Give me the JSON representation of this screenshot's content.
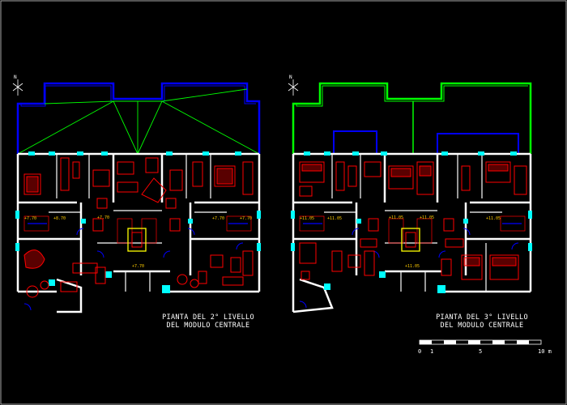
{
  "plans": [
    {
      "caption_line1": "PIANTA DEL 2° LIVELLO",
      "caption_line2": "DEL MODULO CENTRALE",
      "levels": [
        "+7.70",
        "+8.70",
        "+7.70",
        "+7.70",
        "+7.70",
        "+7.70"
      ]
    },
    {
      "caption_line1": "PIANTA DEL 3° LIVELLO",
      "caption_line2": "DEL MODULO CENTRALE",
      "levels": [
        "+11.05",
        "+11.05",
        "+11.05",
        "+11.05",
        "+11.05",
        "+11.05"
      ]
    }
  ],
  "scale_bar": {
    "labels": [
      "0",
      "1",
      "5",
      "10 m"
    ]
  },
  "colors": {
    "background": "#000000",
    "walls": "#ffffff",
    "furniture": "#ff0000",
    "windows": "#00ffff",
    "balcony": "#0000ff",
    "roof_lines": "#00ff00",
    "levels": "#ffcc00"
  },
  "icons": {
    "north_arrow": "north-arrow-icon"
  }
}
